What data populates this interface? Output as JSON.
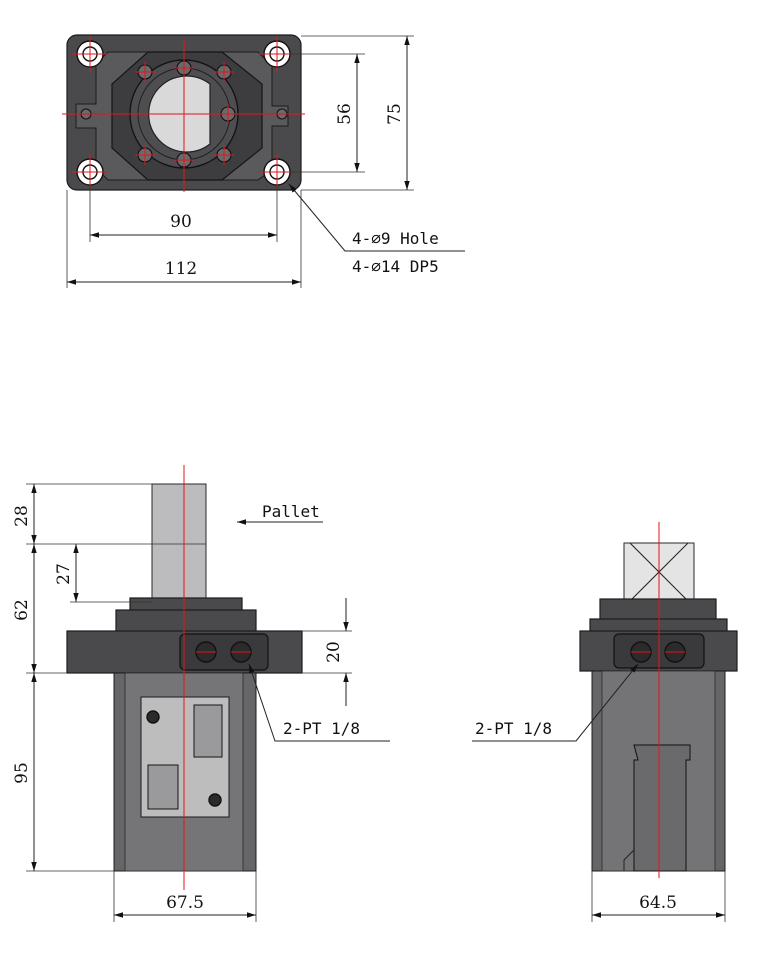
{
  "top_view": {
    "dim_90": "90",
    "dim_112": "112",
    "dim_56": "56",
    "dim_75": "75",
    "hole_note_line1": "4-∅9 Hole",
    "hole_note_line2": "4-∅14 DP5"
  },
  "front_view": {
    "pallet_label": "Pallet",
    "dim_28": "28",
    "dim_27": "27",
    "dim_62": "62",
    "dim_20": "20",
    "dim_95": "95",
    "dim_67_5": "67.5",
    "port_note": "2-PT 1/8"
  },
  "side_view": {
    "port_note": "2-PT 1/8",
    "dim_64_5": "64.5"
  },
  "colors": {
    "body_dark": "#4a4a4d",
    "body_light": "#bcbcbe",
    "centerline": "#e0151b"
  }
}
